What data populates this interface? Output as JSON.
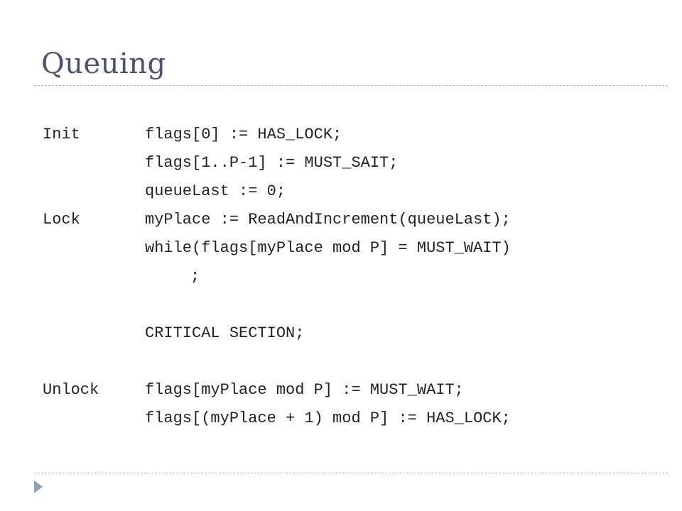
{
  "slide": {
    "title": "Queuing",
    "code": {
      "init_label": "Init",
      "init_lines": [
        "flags[0] := HAS_LOCK;",
        "flags[1..P-1] := MUST_SAIT;",
        "queueLast := 0;"
      ],
      "lock_label": "Lock",
      "lock_lines": [
        "myPlace := ReadAndIncrement(queueLast);",
        "while(flags[myPlace mod P] = MUST_WAIT)",
        ";",
        "CRITICAL SECTION;"
      ],
      "unlock_label": "Unlock",
      "unlock_lines": [
        "flags[myPlace mod P] := MUST_WAIT;",
        "flags[(myPlace + 1) mod P] := HAS_LOCK;"
      ]
    }
  },
  "colors": {
    "title": "#4a5568",
    "code_text": "#222222",
    "rule": "#a9b8c4",
    "bullet": "#8ea3b5"
  },
  "icons": {
    "footer_bullet": "triangle-right-icon"
  }
}
